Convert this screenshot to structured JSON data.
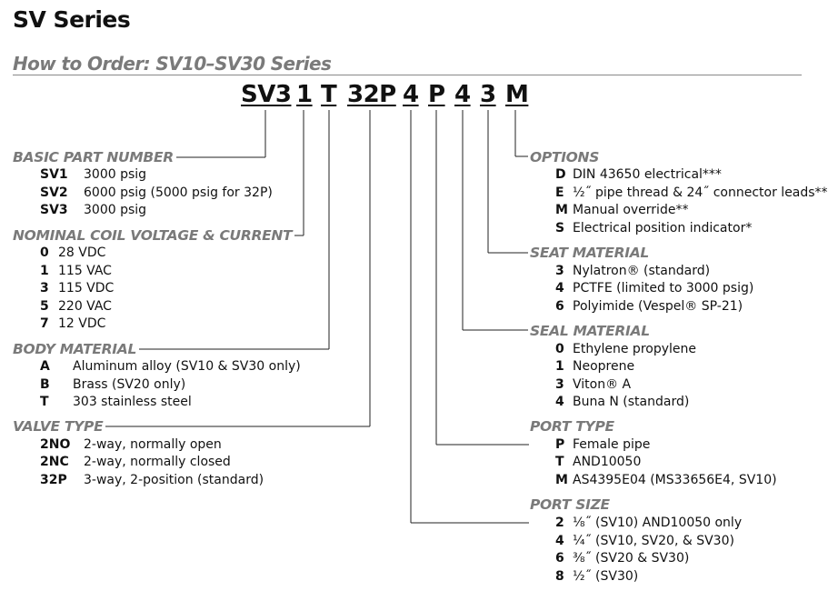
{
  "header": {
    "title": "SV Series",
    "subtitle": "How to Order: SV10–SV30 Series"
  },
  "part_code": {
    "segments": [
      "SV3",
      "1",
      "T",
      "32P",
      "4",
      "P",
      "4",
      "3",
      "M"
    ]
  },
  "sections": {
    "basic_part_number": {
      "title": "BASIC PART NUMBER",
      "items": [
        {
          "code": "SV1",
          "desc": "3000 psig"
        },
        {
          "code": "SV2",
          "desc": "6000 psig (5000 psig for 32P)"
        },
        {
          "code": "SV3",
          "desc": "3000 psig"
        }
      ]
    },
    "nominal_coil": {
      "title": "NOMINAL COIL VOLTAGE & CURRENT",
      "items": [
        {
          "code": "0",
          "desc": "28 VDC"
        },
        {
          "code": "1",
          "desc": "115 VAC"
        },
        {
          "code": "3",
          "desc": "115 VDC"
        },
        {
          "code": "5",
          "desc": "220 VAC"
        },
        {
          "code": "7",
          "desc": "12 VDC"
        }
      ]
    },
    "body_material": {
      "title": "BODY MATERIAL",
      "items": [
        {
          "code": "A",
          "desc": "Aluminum alloy (SV10 & SV30 only)"
        },
        {
          "code": "B",
          "desc": "Brass (SV20 only)"
        },
        {
          "code": "T",
          "desc": "303 stainless steel"
        }
      ]
    },
    "valve_type": {
      "title": "VALVE TYPE",
      "items": [
        {
          "code": "2NO",
          "desc": "2-way, normally open"
        },
        {
          "code": "2NC",
          "desc": "2-way, normally closed"
        },
        {
          "code": "32P",
          "desc": "3-way, 2-position (standard)"
        }
      ]
    },
    "options": {
      "title": "OPTIONS",
      "items": [
        {
          "code": "D",
          "desc": "DIN 43650 electrical***"
        },
        {
          "code": "E",
          "desc": "½˝ pipe thread & 24˝ connector leads**"
        },
        {
          "code": "M",
          "desc": "Manual override**"
        },
        {
          "code": "S",
          "desc": "Electrical position indicator*"
        }
      ]
    },
    "seat_material": {
      "title": "SEAT MATERIAL",
      "items": [
        {
          "code": "3",
          "desc": "Nylatron® (standard)"
        },
        {
          "code": "4",
          "desc": "PCTFE (limited to 3000 psig)"
        },
        {
          "code": "6",
          "desc": "Polyimide (Vespel® SP-21)"
        }
      ]
    },
    "seal_material": {
      "title": "SEAL MATERIAL",
      "items": [
        {
          "code": "0",
          "desc": "Ethylene propylene"
        },
        {
          "code": "1",
          "desc": "Neoprene"
        },
        {
          "code": "3",
          "desc": "Viton® A"
        },
        {
          "code": "4",
          "desc": "Buna N (standard)"
        }
      ]
    },
    "port_type": {
      "title": "PORT TYPE",
      "items": [
        {
          "code": "P",
          "desc": "Female pipe"
        },
        {
          "code": "T",
          "desc": "AND10050"
        },
        {
          "code": "M",
          "desc": "AS4395E04 (MS33656E4, SV10)"
        }
      ]
    },
    "port_size": {
      "title": "PORT SIZE",
      "items": [
        {
          "code": "2",
          "desc": "⅛˝ (SV10) AND10050 only"
        },
        {
          "code": "4",
          "desc": "¼˝ (SV10, SV20, & SV30)"
        },
        {
          "code": "6",
          "desc": "⅜˝ (SV20 & SV30)"
        },
        {
          "code": "8",
          "desc": "½˝ (SV30)"
        }
      ]
    }
  }
}
